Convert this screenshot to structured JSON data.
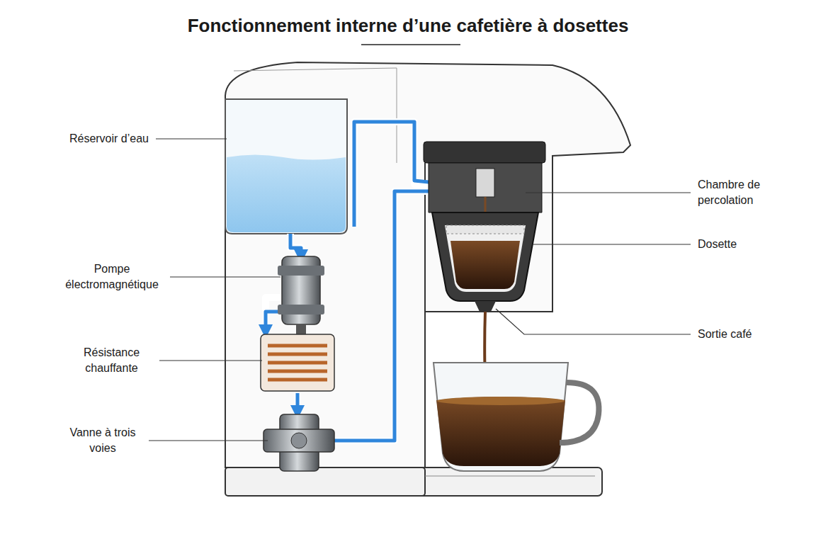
{
  "diagram": {
    "title": "Fonctionnement interne d’une cafetière à dosettes",
    "labels": [
      "Réservoir d’eau",
      "Pompe électromagnétique",
      "Résistance chauffante",
      "Vanne à trois voies",
      "Chambre de percolation",
      "Dosette",
      "Sortie café"
    ]
  }
}
